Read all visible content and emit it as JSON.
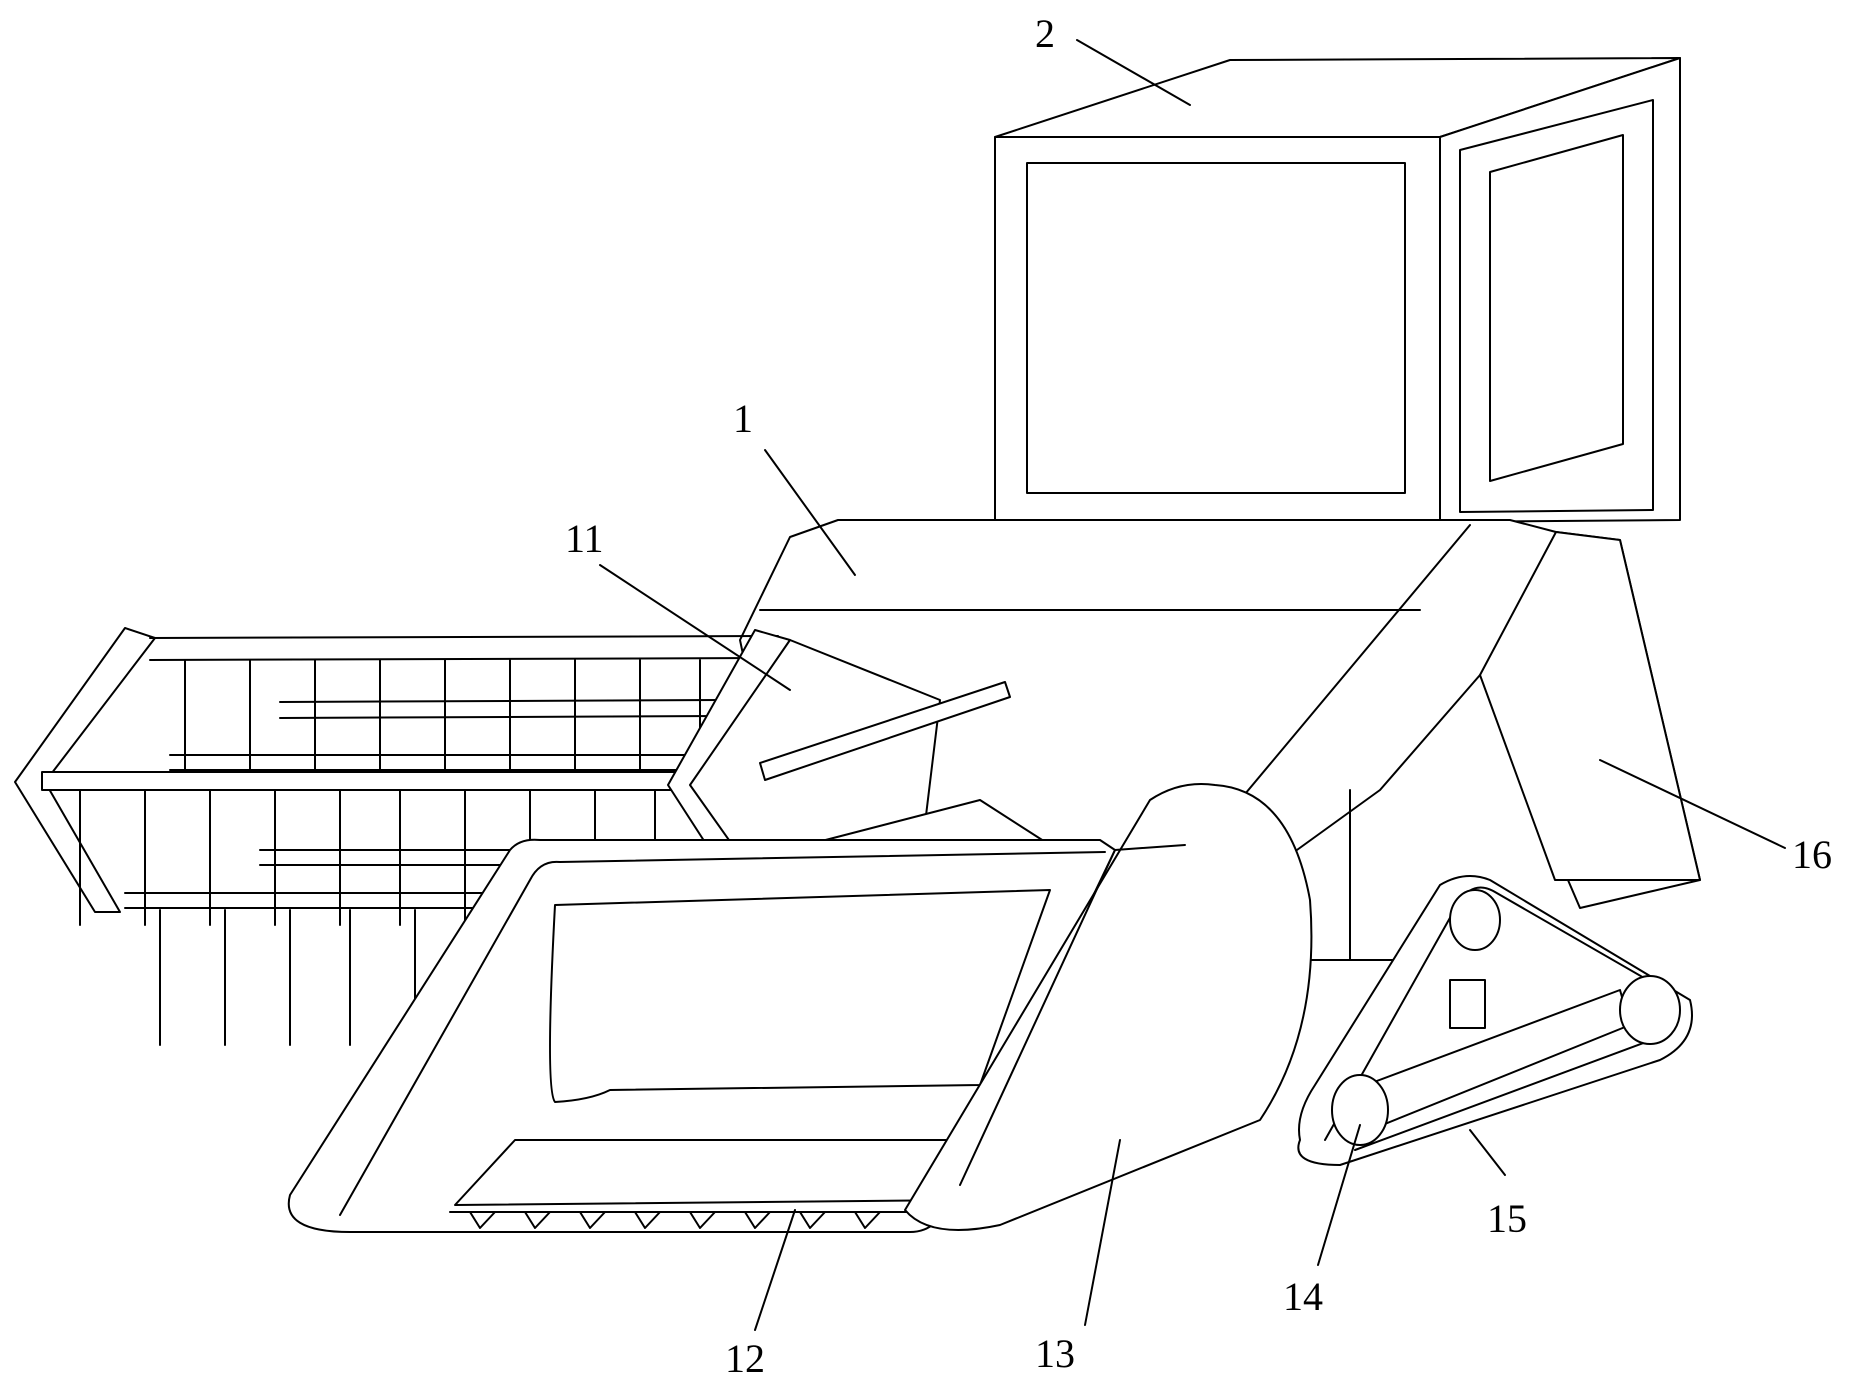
{
  "labels": {
    "l1": "1",
    "l2": "2",
    "l11": "11",
    "l12": "12",
    "l13": "13",
    "l14": "14",
    "l15": "15",
    "l16": "16"
  },
  "colors": {
    "stroke": "#000000",
    "background": "#ffffff"
  }
}
